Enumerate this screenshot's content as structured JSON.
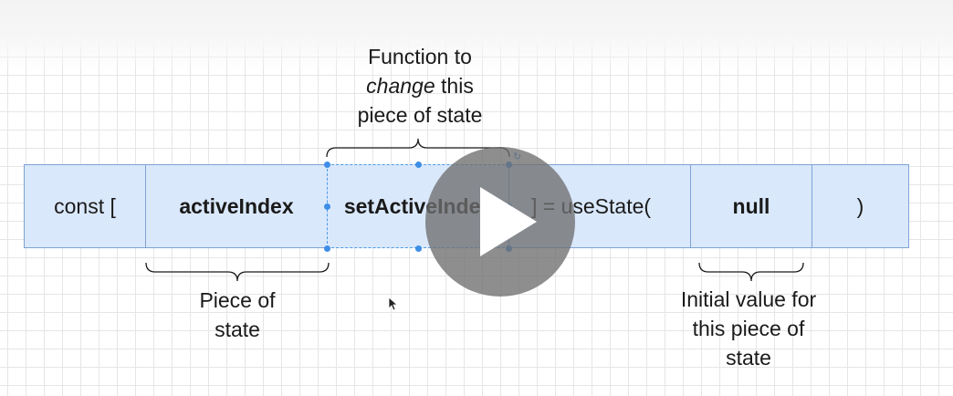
{
  "cells": {
    "const_open": "const [",
    "active_index": "activeIndex",
    "set_active_index": "setActiveIndex",
    "use_state": "] = useState(",
    "null_value": "null",
    "close_paren": ")"
  },
  "annotations": {
    "setter": {
      "line1": "Function to",
      "line2_em": "change",
      "line2_rest": " this",
      "line3": "piece of state"
    },
    "piece": {
      "line1": "Piece of",
      "line2": "state"
    },
    "initial": {
      "line1": "Initial value for",
      "line2": "this piece of",
      "line3": "state"
    }
  },
  "icons": {
    "play": "play-icon",
    "cursor": "mouse-pointer-icon",
    "rotate": "rotate-handle-icon"
  },
  "colors": {
    "cell_fill": "#dae8fc",
    "cell_border": "#7fa3d3",
    "selection": "#3d8ee6"
  }
}
